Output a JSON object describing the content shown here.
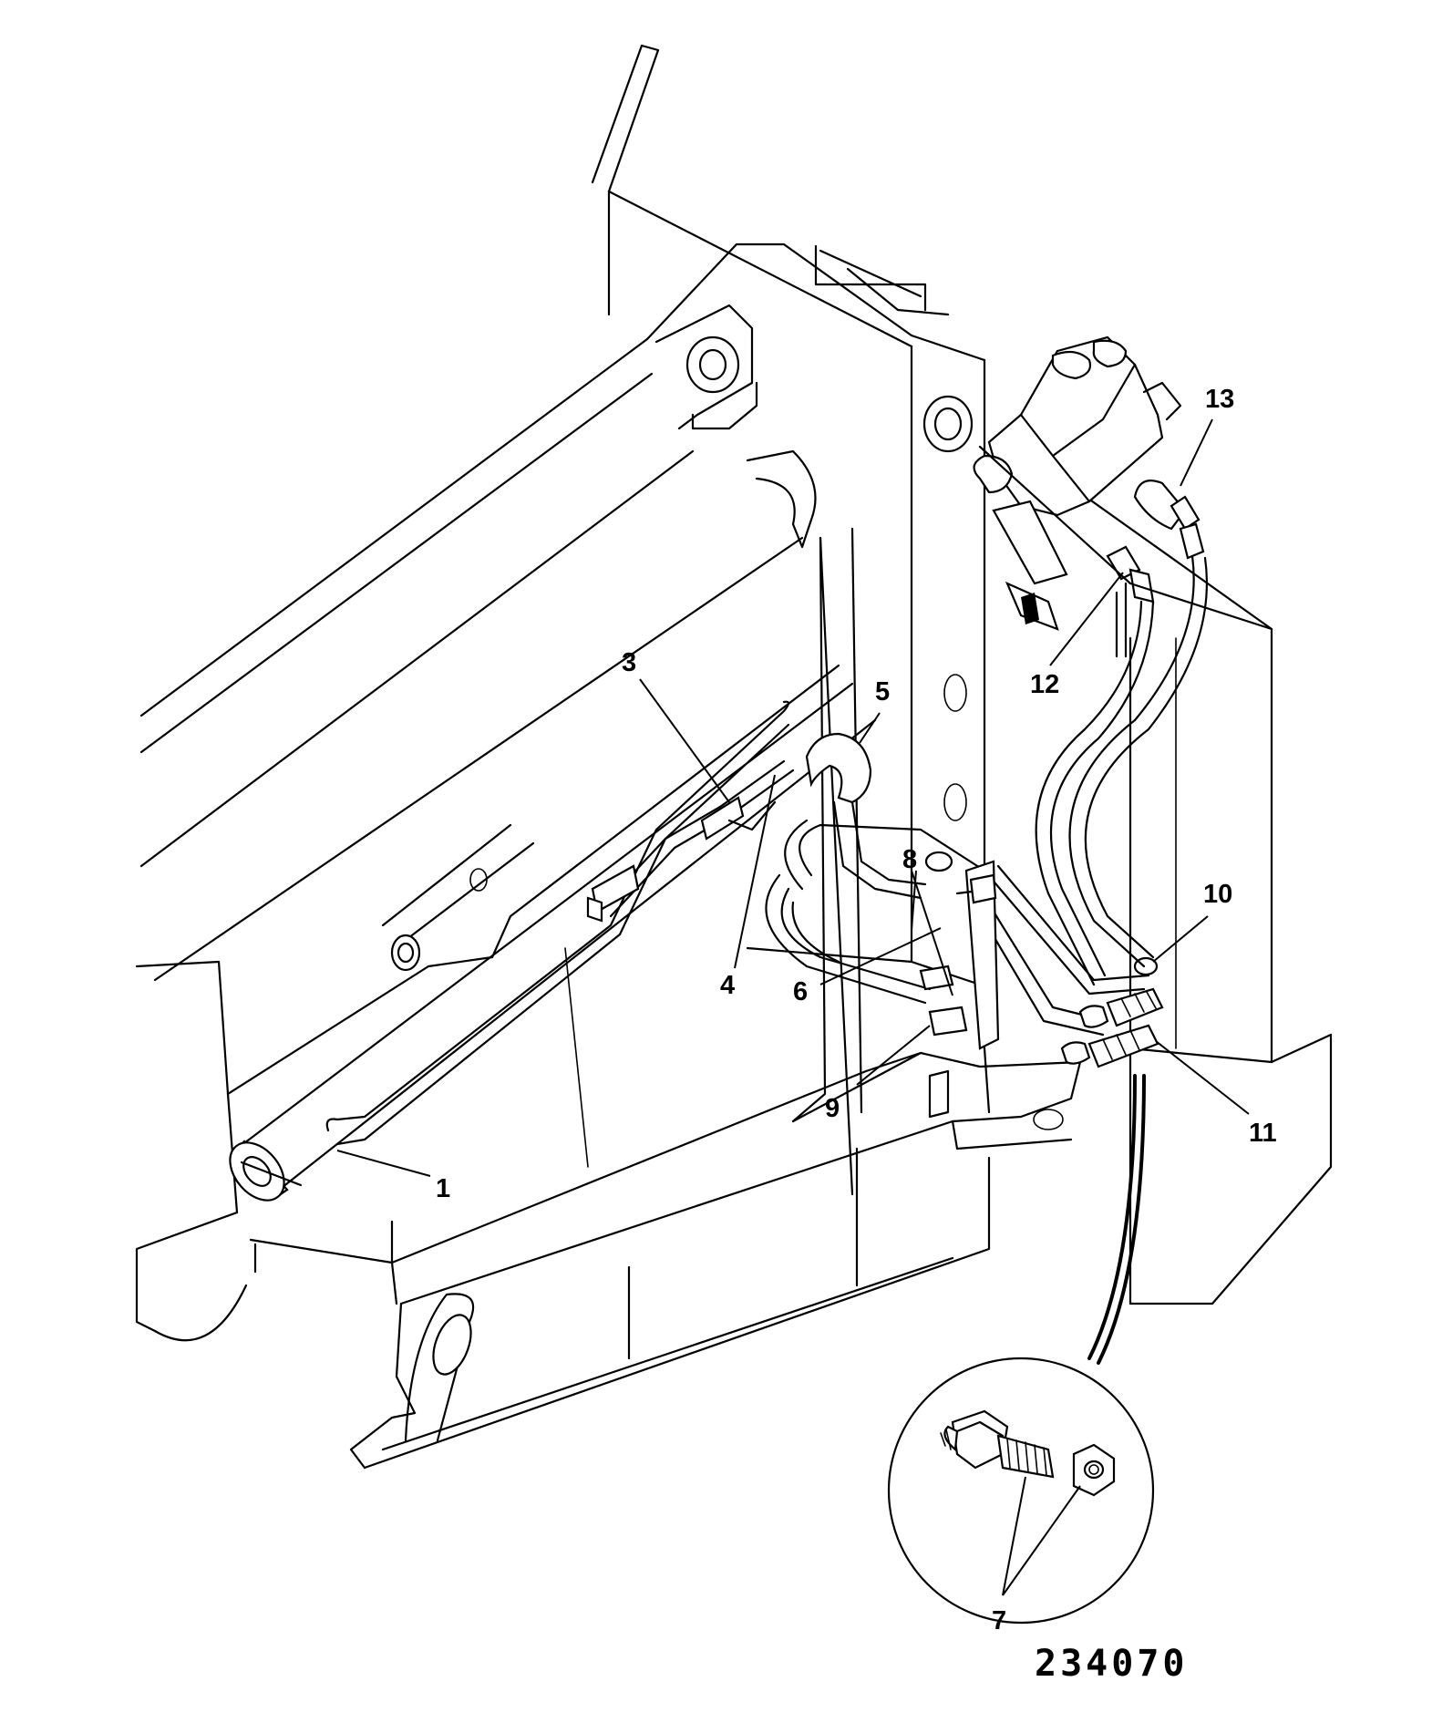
{
  "callouts": [
    {
      "id": "1",
      "label": "1"
    },
    {
      "id": "3",
      "label": "3"
    },
    {
      "id": "4",
      "label": "4"
    },
    {
      "id": "5",
      "label": "5"
    },
    {
      "id": "6",
      "label": "6"
    },
    {
      "id": "7",
      "label": "7"
    },
    {
      "id": "8",
      "label": "8"
    },
    {
      "id": "9",
      "label": "9"
    },
    {
      "id": "10",
      "label": "10"
    },
    {
      "id": "11",
      "label": "11"
    },
    {
      "id": "12",
      "label": "12"
    },
    {
      "id": "13",
      "label": "13"
    }
  ],
  "drawing_number": "234070"
}
